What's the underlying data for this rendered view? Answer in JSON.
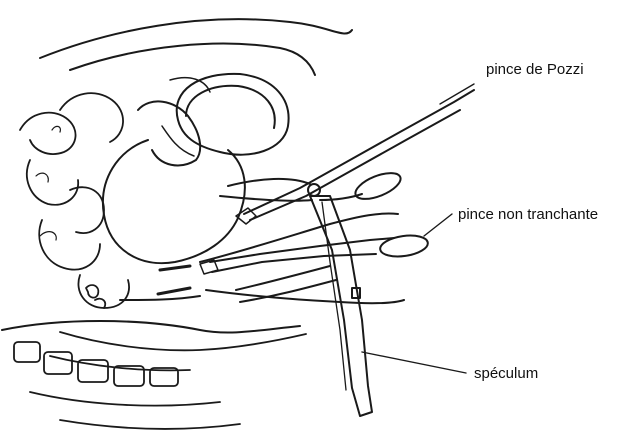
{
  "figure": {
    "labels": {
      "pozzi": "pince de Pozzi",
      "non_tranchante": "pince non tranchante",
      "speculum": "spéculum"
    },
    "colors": {
      "line": "#1a1a1a",
      "background": "#ffffff"
    }
  }
}
